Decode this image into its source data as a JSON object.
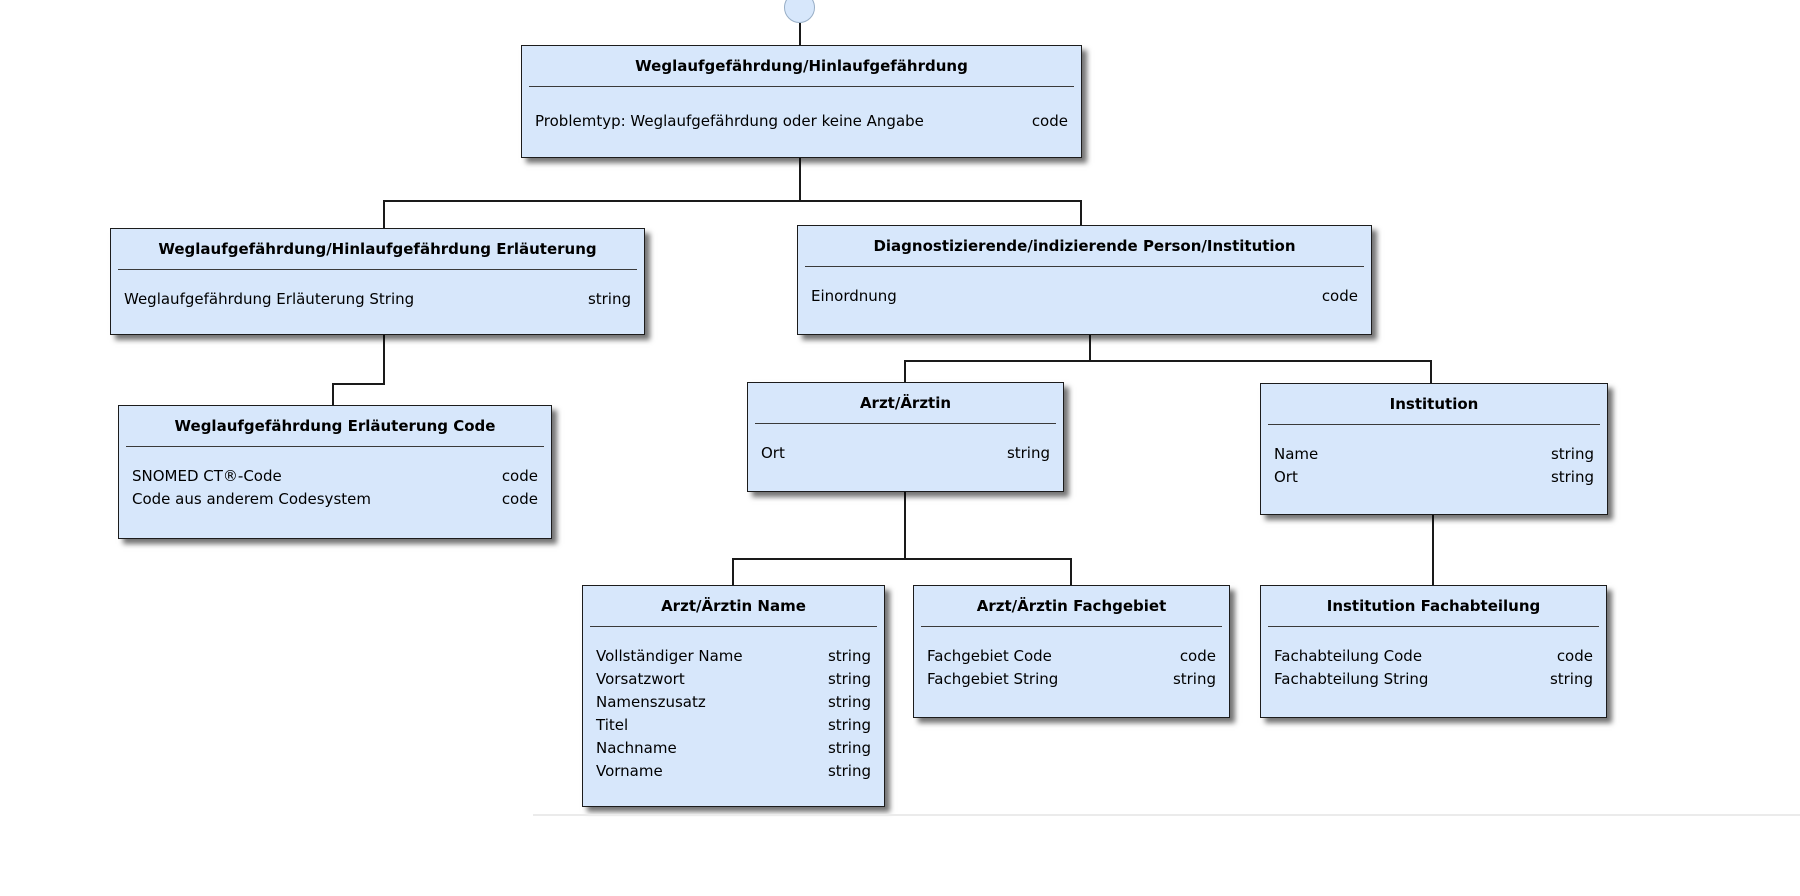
{
  "diagram": {
    "colors": {
      "box_fill": "#d7e7fb",
      "box_border": "#1c1c1c",
      "title_separator": "#3a3a3a",
      "connector": "#1a1a1a",
      "shadow": "#2e2e2e",
      "circle_fill": "#d7e7fb",
      "circle_border": "#98aec6",
      "section_divider": "#ebebeb"
    },
    "boxes": [
      {
        "id": "root",
        "title": "Weglaufgefährdung/Hinlaufgefährdung",
        "rows": [
          {
            "label": "Problemtyp: Weglaufgefährdung oder keine Angabe",
            "type": "code"
          }
        ]
      },
      {
        "id": "erlaeuterung",
        "title": "Weglaufgefährdung/Hinlaufgefährdung Erläuterung",
        "rows": [
          {
            "label": "Weglaufgefährdung Erläuterung String",
            "type": "string"
          }
        ]
      },
      {
        "id": "erlaeuterung-code",
        "title": "Weglaufgefährdung Erläuterung Code",
        "rows": [
          {
            "label": "SNOMED CT®-Code",
            "type": "code"
          },
          {
            "label": "Code aus anderem Codesystem",
            "type": "code"
          }
        ]
      },
      {
        "id": "person-institution",
        "title": "Diagnostizierende/indizierende Person/Institution",
        "rows": [
          {
            "label": "Einordnung",
            "type": "code"
          }
        ]
      },
      {
        "id": "arzt",
        "title": "Arzt/Ärztin",
        "rows": [
          {
            "label": "Ort",
            "type": "string"
          }
        ]
      },
      {
        "id": "institution",
        "title": "Institution",
        "rows": [
          {
            "label": "Name",
            "type": "string"
          },
          {
            "label": "Ort",
            "type": "string"
          }
        ]
      },
      {
        "id": "arzt-name",
        "title": "Arzt/Ärztin Name",
        "rows": [
          {
            "label": "Vollständiger Name",
            "type": "string"
          },
          {
            "label": "Vorsatzwort",
            "type": "string"
          },
          {
            "label": "Namenszusatz",
            "type": "string"
          },
          {
            "label": "Titel",
            "type": "string"
          },
          {
            "label": "Nachname",
            "type": "string"
          },
          {
            "label": "Vorname",
            "type": "string"
          }
        ]
      },
      {
        "id": "arzt-fachgebiet",
        "title": "Arzt/Ärztin Fachgebiet",
        "rows": [
          {
            "label": "Fachgebiet Code",
            "type": "code"
          },
          {
            "label": "Fachgebiet String",
            "type": "string"
          }
        ]
      },
      {
        "id": "institution-fachabteilung",
        "title": "Institution Fachabteilung",
        "rows": [
          {
            "label": "Fachabteilung Code",
            "type": "code"
          },
          {
            "label": "Fachabteilung String",
            "type": "string"
          }
        ]
      }
    ]
  }
}
